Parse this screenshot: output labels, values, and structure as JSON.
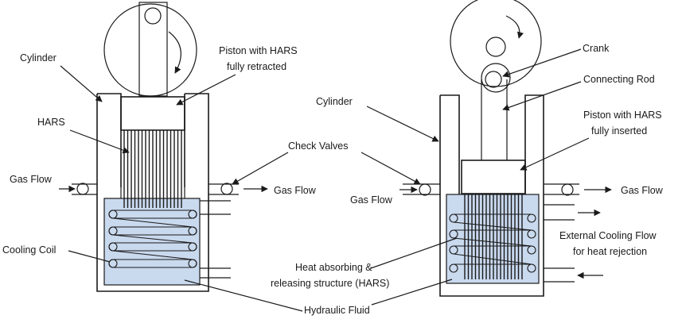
{
  "left_diagram": {
    "labels": {
      "cylinder": "Cylinder",
      "piston": [
        "Piston with HARS",
        "fully retracted"
      ],
      "hars": "HARS",
      "gas_flow_in": "Gas Flow",
      "gas_flow_out": "Gas Flow",
      "cooling_coil": "Cooling Coil"
    }
  },
  "right_diagram": {
    "labels": {
      "crank": "Crank",
      "connecting_rod": "Connecting Rod",
      "cylinder": "Cylinder",
      "piston": [
        "Piston with HARS",
        "fully inserted"
      ],
      "gas_flow_in": "Gas Flow",
      "gas_flow_out": "Gas Flow",
      "external_cooling": [
        "External Cooling Flow",
        "for heat rejection"
      ]
    }
  },
  "shared_labels": {
    "check_valves": "Check Valves",
    "hars_full": [
      "Heat absorbing &",
      "releasing structure (HARS)"
    ],
    "hydraulic_fluid": "Hydraulic Fluid"
  },
  "colors": {
    "fluid": "#c9d9ee",
    "line": "#1a1a1a"
  }
}
